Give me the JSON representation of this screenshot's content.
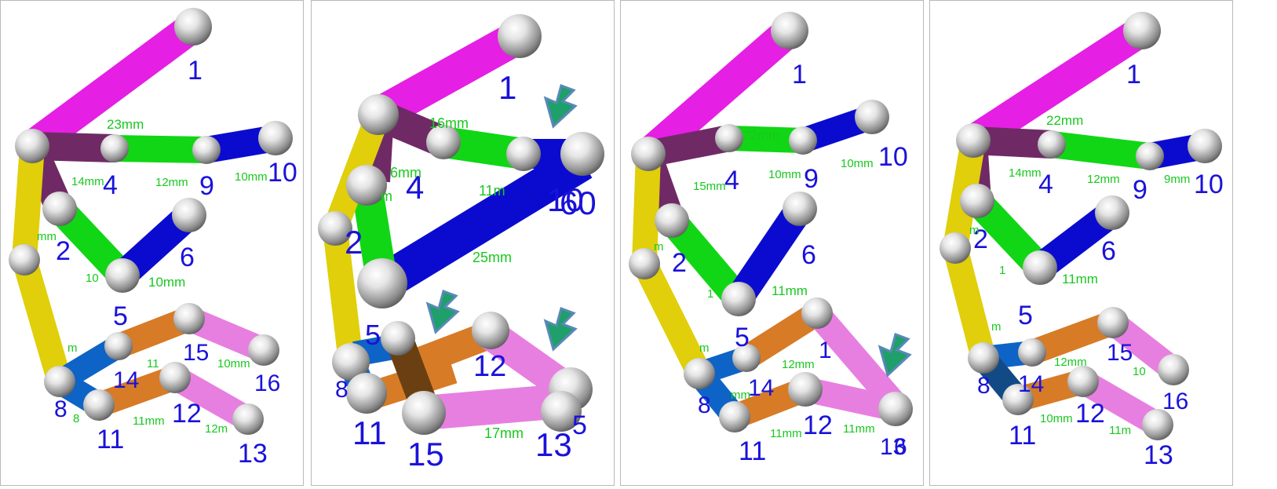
{
  "colors": {
    "magenta": "#e51fe3",
    "purple": "#6f2a66",
    "yellow": "#e0cf0a",
    "green": "#11d615",
    "blue": "#0b0bcf",
    "orange": "#d77b27",
    "pink": "#e77fe0",
    "steelblue": "#0e63c6",
    "brown": "#6a3f12",
    "joint_label": "#1a12d9",
    "length_label": "#18c81f",
    "arrow": "#1f9f6a"
  },
  "panels": [
    {
      "joints": [
        "1",
        "4",
        "9",
        "10",
        "2",
        "6",
        "5",
        "15",
        "16",
        "8",
        "14",
        "11",
        "12",
        "13"
      ],
      "lengths": [
        "23mm",
        "14mm",
        "12mm",
        "10mm",
        "mm",
        "10",
        "10mm",
        "m",
        "11",
        "10mm",
        "8",
        "11mm",
        "12m"
      ],
      "arrows": 0
    },
    {
      "joints": [
        "1",
        "4",
        "2",
        "10",
        "60",
        "5",
        "8",
        "12",
        "11",
        "15",
        "13",
        "5"
      ],
      "lengths": [
        "16mm",
        "6mm",
        "m",
        "11m",
        "25mm",
        "17mm"
      ],
      "arrows": 3
    },
    {
      "joints": [
        "1",
        "4",
        "9",
        "10",
        "2",
        "6",
        "5",
        "1",
        "8",
        "14",
        "11",
        "12",
        "13",
        "6"
      ],
      "lengths": [
        "22mm",
        "15mm",
        "10mm",
        "10mm",
        "m",
        "1",
        "11mm",
        "m",
        "12mm",
        "mm",
        "11mm",
        "11mm"
      ],
      "arrows": 1
    },
    {
      "joints": [
        "1",
        "4",
        "9",
        "10",
        "2",
        "6",
        "5",
        "15",
        "16",
        "8",
        "14",
        "11",
        "12",
        "13"
      ],
      "lengths": [
        "22mm",
        "14mm",
        "12mm",
        "9mm",
        "m",
        "1",
        "11mm",
        "m",
        "12mm",
        "10",
        "10mm",
        "11m"
      ],
      "arrows": 0
    }
  ]
}
